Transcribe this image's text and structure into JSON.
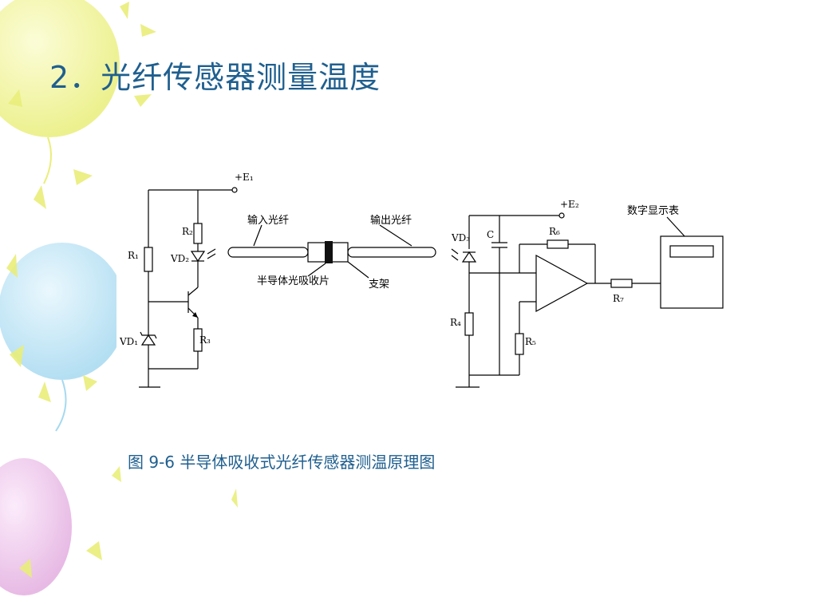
{
  "slide": {
    "title": "2．光纤传感器测量温度",
    "caption": "图 9-6 半导体吸收式光纤传感器测温原理图"
  },
  "diagram": {
    "labels": {
      "e1": "+E₁",
      "e2": "+E₂",
      "r1": "R₁",
      "r2": "R₂",
      "r3": "R₃",
      "r4": "R₄",
      "r5": "R₅",
      "r6": "R₆",
      "r7": "R₇",
      "vd1": "VD₁",
      "vd2": "VD₂",
      "vd3": "VD₃",
      "c": "C",
      "input_fiber": "输入光纤",
      "output_fiber": "输出光纤",
      "semiconductor": "半导体光吸收片",
      "bracket": "支架",
      "display": "数字显示表"
    }
  },
  "colors": {
    "title": "#1f5f8f",
    "caption": "#1f5f8f",
    "balloon_yellow": "#f3f59a",
    "balloon_blue": "#bfe6f7",
    "balloon_pink": "#efc6ec"
  }
}
